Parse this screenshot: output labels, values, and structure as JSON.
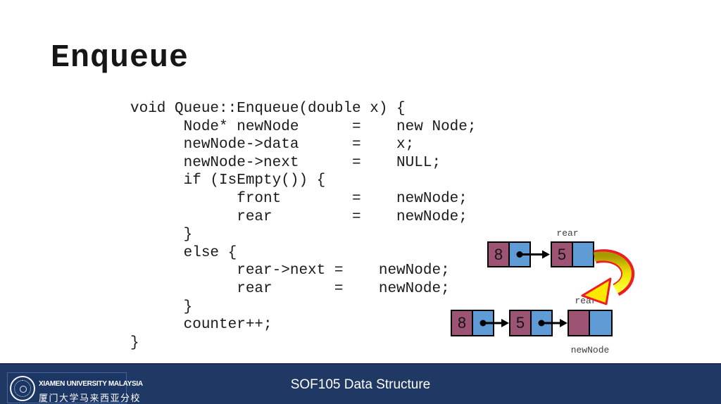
{
  "slide": {
    "title": "Enqueue",
    "code": [
      "void Queue::Enqueue(double x) {",
      "      Node* newNode      =    new Node;",
      "      newNode->data      =    x;",
      "      newNode->next      =    NULL;",
      "      if (IsEmpty()) {",
      "            front        =    newNode;",
      "            rear         =    newNode;",
      "      }",
      "      else {",
      "            rear->next =    newNode;",
      "            rear       =    newNode;",
      "      }",
      "      counter++;",
      "}"
    ]
  },
  "diagram_top": {
    "rear_label": "rear",
    "nodes": [
      {
        "data": "8"
      },
      {
        "data": "5"
      }
    ]
  },
  "diagram_bottom": {
    "rear_label": "rear",
    "new_node_label": "newNode",
    "nodes": [
      {
        "data": "8"
      },
      {
        "data": "5"
      },
      {
        "data": ""
      }
    ]
  },
  "footer": {
    "course_label": "SOF105 Data Structure",
    "logo_line1": "XIAMEN UNIVERSITY MALAYSIA",
    "logo_line2": "厦门大学马来西亚分校"
  },
  "colors": {
    "node_data_fill": "#9d5474",
    "node_pointer_fill": "#5f9bd4",
    "footer_bar": "#1f3864",
    "curved_arrow_yellow": "#ffe800",
    "curved_arrow_outline": "#ee1c25"
  }
}
